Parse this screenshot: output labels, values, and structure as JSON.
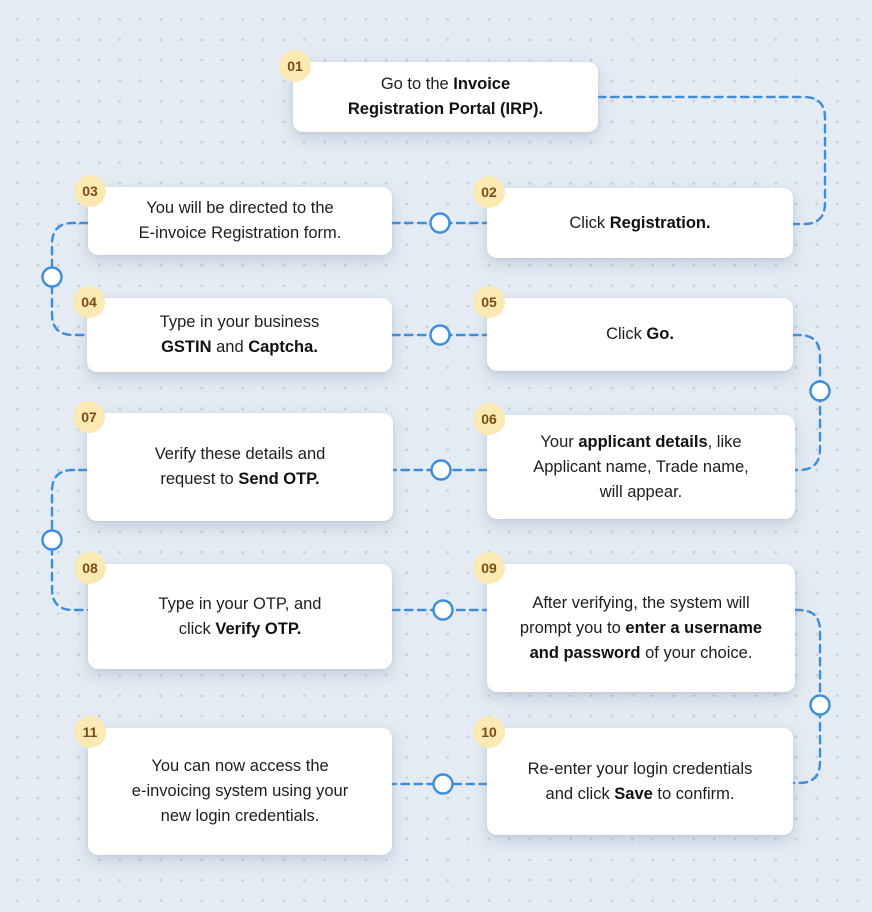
{
  "diagram": {
    "type": "flowchart",
    "topic": "E-invoice Registration Portal (IRP) registration steps",
    "steps": [
      {
        "number": "01",
        "segments": [
          {
            "text": "Go to the ",
            "bold": false
          },
          {
            "text": "Invoice",
            "bold": true
          },
          {
            "text": "Registration Portal (IRP).",
            "bold": true
          }
        ]
      },
      {
        "number": "02",
        "segments": [
          {
            "text": "Click ",
            "bold": false
          },
          {
            "text": "Registration.",
            "bold": true
          }
        ]
      },
      {
        "number": "03",
        "segments": [
          {
            "text": "You will be directed to the",
            "bold": false
          },
          {
            "text": "E-invoice Registration form.",
            "bold": false
          }
        ]
      },
      {
        "number": "04",
        "segments": [
          {
            "text": "Type in your business",
            "bold": false
          },
          {
            "text": "GSTIN",
            "bold": true
          },
          {
            "text": " and ",
            "bold": false
          },
          {
            "text": "Captcha.",
            "bold": true
          }
        ]
      },
      {
        "number": "05",
        "segments": [
          {
            "text": "Click ",
            "bold": false
          },
          {
            "text": "Go.",
            "bold": true
          }
        ]
      },
      {
        "number": "06",
        "segments": [
          {
            "text": "Your ",
            "bold": false
          },
          {
            "text": "applicant details",
            "bold": true
          },
          {
            "text": ", like",
            "bold": false
          },
          {
            "text": "Applicant name, Trade name,",
            "bold": false
          },
          {
            "text": "will appear.",
            "bold": false
          }
        ]
      },
      {
        "number": "07",
        "segments": [
          {
            "text": "Verify these details and",
            "bold": false
          },
          {
            "text": "request to ",
            "bold": false
          },
          {
            "text": "Send OTP.",
            "bold": true
          }
        ]
      },
      {
        "number": "08",
        "segments": [
          {
            "text": "Type in your OTP, and",
            "bold": false
          },
          {
            "text": "click ",
            "bold": false
          },
          {
            "text": "Verify OTP.",
            "bold": true
          }
        ]
      },
      {
        "number": "09",
        "segments": [
          {
            "text": "After verifying, the system will",
            "bold": false
          },
          {
            "text": "prompt you to ",
            "bold": false
          },
          {
            "text": "enter a username",
            "bold": true
          },
          {
            "text": "and password",
            "bold": true
          },
          {
            "text": " of your choice.",
            "bold": false
          }
        ]
      },
      {
        "number": "10",
        "segments": [
          {
            "text": "Re-enter your login credentials",
            "bold": false
          },
          {
            "text": "and click ",
            "bold": false
          },
          {
            "text": "Save",
            "bold": true
          },
          {
            "text": " to confirm.",
            "bold": false
          }
        ]
      },
      {
        "number": "11",
        "segments": [
          {
            "text": "You can now access the",
            "bold": false
          },
          {
            "text": "e-invoicing system using your",
            "bold": false
          },
          {
            "text": "new login credentials.",
            "bold": false
          }
        ]
      }
    ],
    "colors": {
      "background": "#e4ebf3",
      "background_dot": "#c5d0dc",
      "card_background": "#ffffff",
      "badge_background": "#fbe9b4",
      "badge_text": "#7d4c12",
      "body_text": "#1d1d1f",
      "connector": "#3d8ddb",
      "node_fill": "#ffffff"
    }
  }
}
